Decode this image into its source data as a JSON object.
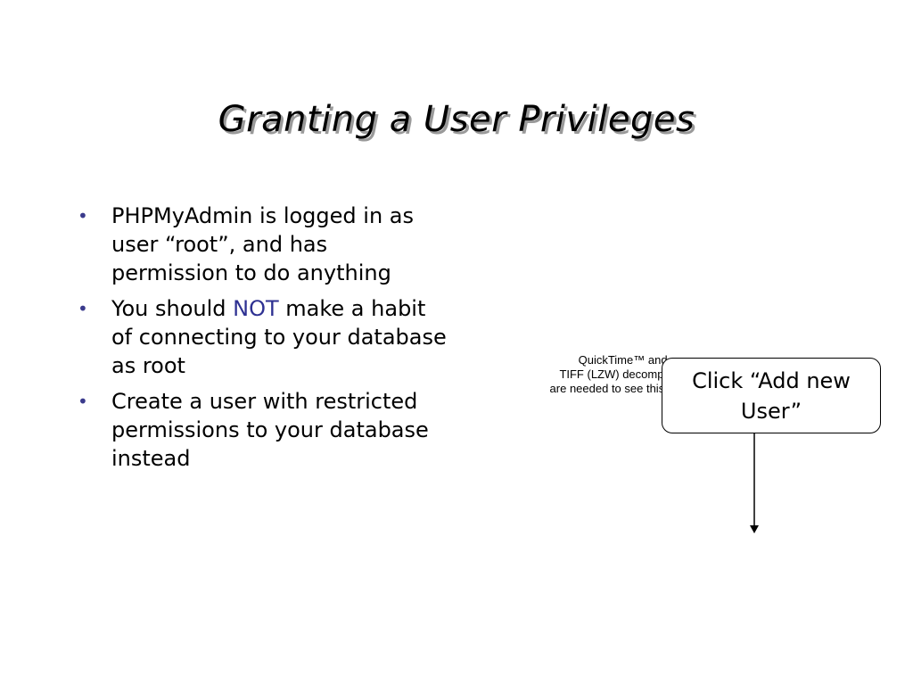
{
  "slide": {
    "title": "Granting a User Privileges",
    "bullets": [
      {
        "text": "PHPMyAdmin is logged in as user “root”, and has permission to do anything"
      },
      {
        "before": "You should ",
        "emphasis": "NOT",
        "after": " make a habit of connecting to your database as root"
      },
      {
        "text": "Create a user with restricted permissions to your database instead"
      }
    ],
    "bullet_symbol": "•",
    "image_placeholder": {
      "lines": [
        "QuickTime™ and a",
        "TIFF (LZW) decompressor",
        "are needed to see this picture."
      ]
    },
    "callout": {
      "text": "Click “Add new User”"
    },
    "colors": {
      "text": "#000000",
      "emphasis": "#2e3192",
      "title_shadow": "#9a9a9a",
      "background": "#ffffff"
    }
  }
}
